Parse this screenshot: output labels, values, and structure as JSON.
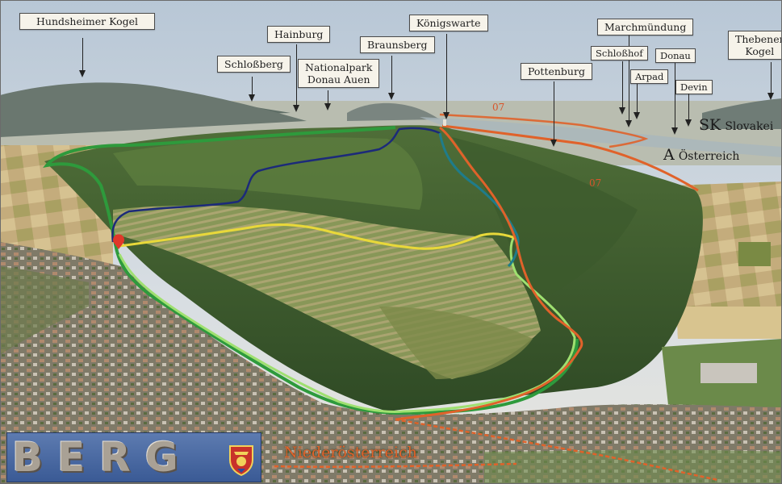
{
  "labels": {
    "hundsheimer_kogel": "Hundsheimer Kogel",
    "hainburg": "Hainburg",
    "koenigswarte": "Königswarte",
    "schlossberg": "Schloßberg",
    "braunsberg": "Braunsberg",
    "nationalpark_line1": "Nationalpark",
    "nationalpark_line2": "Donau Auen",
    "pottenburg": "Pottenburg",
    "marchmuendung": "Marchmündung",
    "schlosshof": "Schloßhof",
    "donau": "Donau",
    "arpad": "Arpad",
    "devin": "Devin",
    "thebener_line1": "Thebener",
    "thebener_line2": "Kogel"
  },
  "countries": {
    "sk_code": "SK",
    "sk_name": "Slovakei",
    "a_code": "A",
    "a_name": "Österreich"
  },
  "route_markers": {
    "upper": "07",
    "lower": "07"
  },
  "logo": {
    "title": "BERG",
    "region": "Niederösterreich"
  },
  "colors": {
    "route_green": "#2e9a3c",
    "route_blue": "#1c2a7a",
    "route_teal": "#1f7c8a",
    "route_yellow": "#e8d83a",
    "route_orange": "#e0622a",
    "route_light_green": "#9fe070"
  }
}
